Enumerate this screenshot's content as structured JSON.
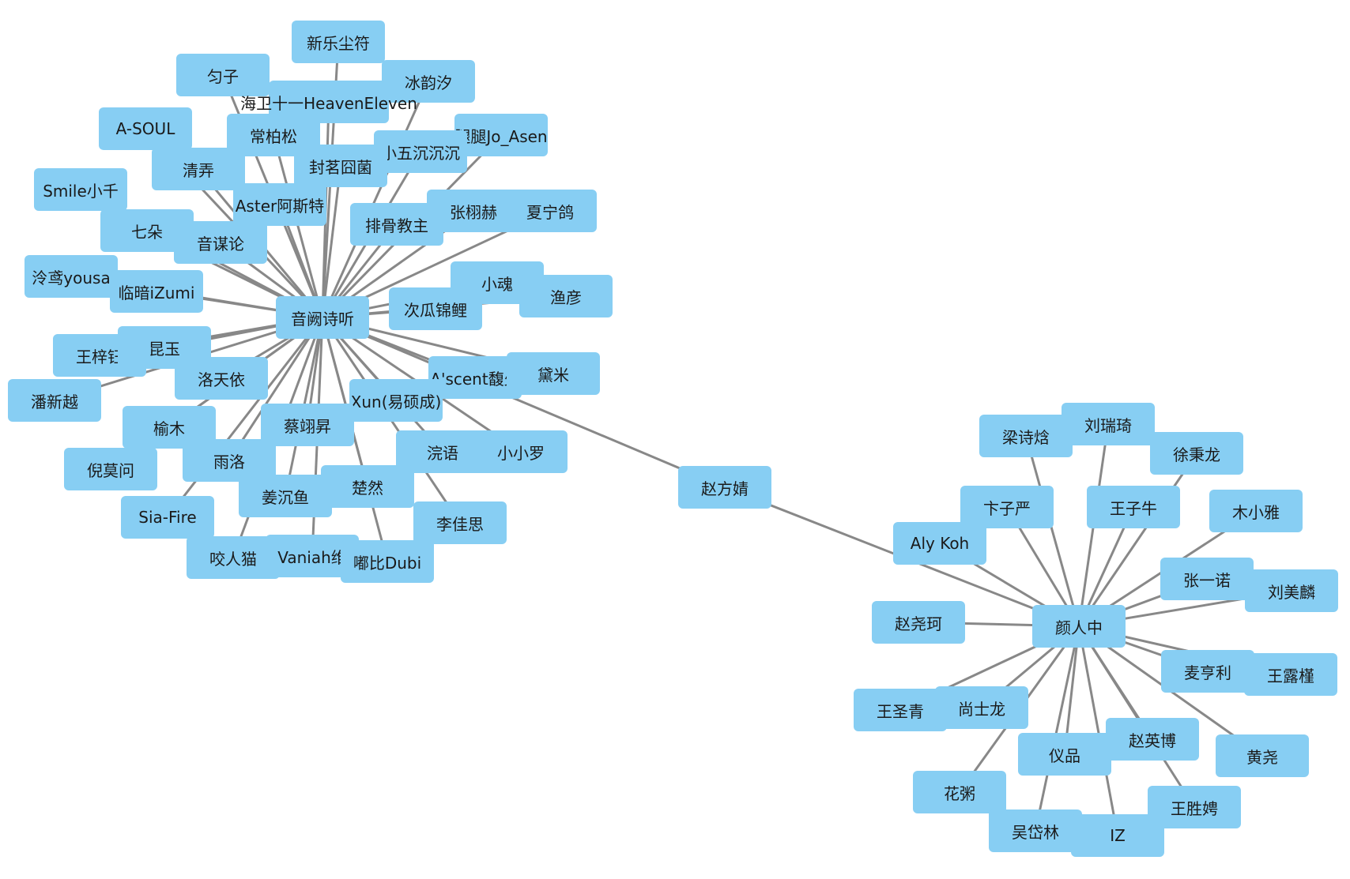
{
  "graph": {
    "node_color": "#87cef3",
    "edge_color": "#888888",
    "nodes": [
      {
        "id": "yinlan",
        "label": "音阙诗听"
      },
      {
        "id": "zhaofj",
        "label": "赵方婧"
      },
      {
        "id": "yanrz",
        "label": "颜人中"
      },
      {
        "id": "xinle",
        "label": "新乐尘符"
      },
      {
        "id": "yunzi",
        "label": "匀子"
      },
      {
        "id": "bingyx",
        "label": "冰韵汐"
      },
      {
        "id": "haiwei",
        "label": "海卫十一HeavenEleven"
      },
      {
        "id": "asoul",
        "label": "A-SOUL"
      },
      {
        "id": "changbs",
        "label": "常柏松"
      },
      {
        "id": "tuitui",
        "label": "腿腿Jo_Asen"
      },
      {
        "id": "qingnong",
        "label": "清弄"
      },
      {
        "id": "xiaowu",
        "label": "小五沉沉沉"
      },
      {
        "id": "fengming",
        "label": "封茗囧菌"
      },
      {
        "id": "smile",
        "label": "Smile小千"
      },
      {
        "id": "aster",
        "label": "Aster阿斯特"
      },
      {
        "id": "paigu",
        "label": "排骨教主"
      },
      {
        "id": "zhangxh",
        "label": "张栩赫"
      },
      {
        "id": "xiany",
        "label": "夏宁鸽"
      },
      {
        "id": "qiduo",
        "label": "七朵"
      },
      {
        "id": "yinmou",
        "label": "音谋论"
      },
      {
        "id": "lengyuan",
        "label": "泠鸢yousa"
      },
      {
        "id": "linan",
        "label": "临暗iZumi"
      },
      {
        "id": "xiaohun",
        "label": "小魂"
      },
      {
        "id": "yuyan",
        "label": "渔彦"
      },
      {
        "id": "ciguajl",
        "label": "次瓜锦鲤"
      },
      {
        "id": "wangzi",
        "label": "王梓钰"
      },
      {
        "id": "kunyu",
        "label": "昆玉"
      },
      {
        "id": "luotianyi",
        "label": "洛天依"
      },
      {
        "id": "ascent",
        "label": "A'scent馥少"
      },
      {
        "id": "daimi",
        "label": "黛米"
      },
      {
        "id": "panxy",
        "label": "潘新越"
      },
      {
        "id": "xun",
        "label": "Xun(易硕成)"
      },
      {
        "id": "yumu",
        "label": "榆木"
      },
      {
        "id": "caixs",
        "label": "蔡翊昇"
      },
      {
        "id": "huanyu",
        "label": "浣语"
      },
      {
        "id": "xiaoxl",
        "label": "小小罗"
      },
      {
        "id": "nimw",
        "label": "倪莫问"
      },
      {
        "id": "yuluo",
        "label": "雨洛"
      },
      {
        "id": "chuaran",
        "label": "楚然"
      },
      {
        "id": "jiangcy",
        "label": "姜沉鱼"
      },
      {
        "id": "lijs",
        "label": "李佳思"
      },
      {
        "id": "siafire",
        "label": "Sia-Fire"
      },
      {
        "id": "yaorm",
        "label": "咬人猫"
      },
      {
        "id": "vaniah",
        "label": "Vaniah维"
      },
      {
        "id": "dubi",
        "label": "嘟比Dubi"
      },
      {
        "id": "liangsh",
        "label": "梁诗焓"
      },
      {
        "id": "liuruiqi",
        "label": "刘瑞琦"
      },
      {
        "id": "xubl",
        "label": "徐秉龙"
      },
      {
        "id": "bianzy",
        "label": "卞子严"
      },
      {
        "id": "wangzn",
        "label": "王子牛"
      },
      {
        "id": "muxiaoya",
        "label": "木小雅"
      },
      {
        "id": "alykoh",
        "label": "Aly Koh"
      },
      {
        "id": "zhangyn",
        "label": "张一诺"
      },
      {
        "id": "liumeil",
        "label": "刘美麟"
      },
      {
        "id": "zhaoyk",
        "label": "赵尧珂"
      },
      {
        "id": "maiheng",
        "label": "麦亨利"
      },
      {
        "id": "wanglj",
        "label": "王露槿"
      },
      {
        "id": "wangsq",
        "label": "王圣青"
      },
      {
        "id": "shangsl",
        "label": "尚士龙"
      },
      {
        "id": "zhaoyb",
        "label": "赵英博"
      },
      {
        "id": "yipin",
        "label": "仪品"
      },
      {
        "id": "huangyao",
        "label": "黄尧"
      },
      {
        "id": "huazhou",
        "label": "花粥"
      },
      {
        "id": "wangshp",
        "label": "王胜娉"
      },
      {
        "id": "wudailin",
        "label": "吴岱林"
      },
      {
        "id": "iz",
        "label": "IZ"
      }
    ],
    "edges": [
      [
        "yinlan",
        "zhaofj"
      ],
      [
        "zhaofj",
        "yanrz"
      ],
      [
        "yinlan",
        "xinle"
      ],
      [
        "yinlan",
        "yunzi"
      ],
      [
        "yinlan",
        "bingyx"
      ],
      [
        "yinlan",
        "haiwei"
      ],
      [
        "yinlan",
        "asoul"
      ],
      [
        "yinlan",
        "changbs"
      ],
      [
        "yinlan",
        "tuitui"
      ],
      [
        "yinlan",
        "qingnong"
      ],
      [
        "yinlan",
        "xiaowu"
      ],
      [
        "yinlan",
        "fengming"
      ],
      [
        "yinlan",
        "smile"
      ],
      [
        "yinlan",
        "aster"
      ],
      [
        "yinlan",
        "paigu"
      ],
      [
        "yinlan",
        "zhangxh"
      ],
      [
        "yinlan",
        "xiany"
      ],
      [
        "yinlan",
        "qiduo"
      ],
      [
        "yinlan",
        "yinmou"
      ],
      [
        "yinlan",
        "lengyuan"
      ],
      [
        "yinlan",
        "linan"
      ],
      [
        "yinlan",
        "xiaohun"
      ],
      [
        "yinlan",
        "yuyan"
      ],
      [
        "yinlan",
        "ciguajl"
      ],
      [
        "yinlan",
        "wangzi"
      ],
      [
        "yinlan",
        "kunyu"
      ],
      [
        "yinlan",
        "luotianyi"
      ],
      [
        "yinlan",
        "ascent"
      ],
      [
        "yinlan",
        "daimi"
      ],
      [
        "yinlan",
        "panxy"
      ],
      [
        "yinlan",
        "xun"
      ],
      [
        "yinlan",
        "yumu"
      ],
      [
        "yinlan",
        "caixs"
      ],
      [
        "yinlan",
        "huanyu"
      ],
      [
        "yinlan",
        "xiaoxl"
      ],
      [
        "yinlan",
        "nimw"
      ],
      [
        "yinlan",
        "yuluo"
      ],
      [
        "yinlan",
        "chuaran"
      ],
      [
        "yinlan",
        "jiangcy"
      ],
      [
        "yinlan",
        "lijs"
      ],
      [
        "yinlan",
        "siafire"
      ],
      [
        "yinlan",
        "yaorm"
      ],
      [
        "yinlan",
        "vaniah"
      ],
      [
        "yinlan",
        "dubi"
      ],
      [
        "yanrz",
        "liangsh"
      ],
      [
        "yanrz",
        "liuruiqi"
      ],
      [
        "yanrz",
        "xubl"
      ],
      [
        "yanrz",
        "bianzy"
      ],
      [
        "yanrz",
        "wangzn"
      ],
      [
        "yanrz",
        "muxiaoya"
      ],
      [
        "yanrz",
        "alykoh"
      ],
      [
        "yanrz",
        "zhangyn"
      ],
      [
        "yanrz",
        "liumeil"
      ],
      [
        "yanrz",
        "zhaoyk"
      ],
      [
        "yanrz",
        "maiheng"
      ],
      [
        "yanrz",
        "wanglj"
      ],
      [
        "yanrz",
        "wangsq"
      ],
      [
        "yanrz",
        "shangsl"
      ],
      [
        "yanrz",
        "zhaoyb"
      ],
      [
        "yanrz",
        "yipin"
      ],
      [
        "yanrz",
        "huangyao"
      ],
      [
        "yanrz",
        "huazhou"
      ],
      [
        "yanrz",
        "wangshp"
      ],
      [
        "yanrz",
        "wudailin"
      ],
      [
        "yanrz",
        "iz"
      ]
    ]
  }
}
